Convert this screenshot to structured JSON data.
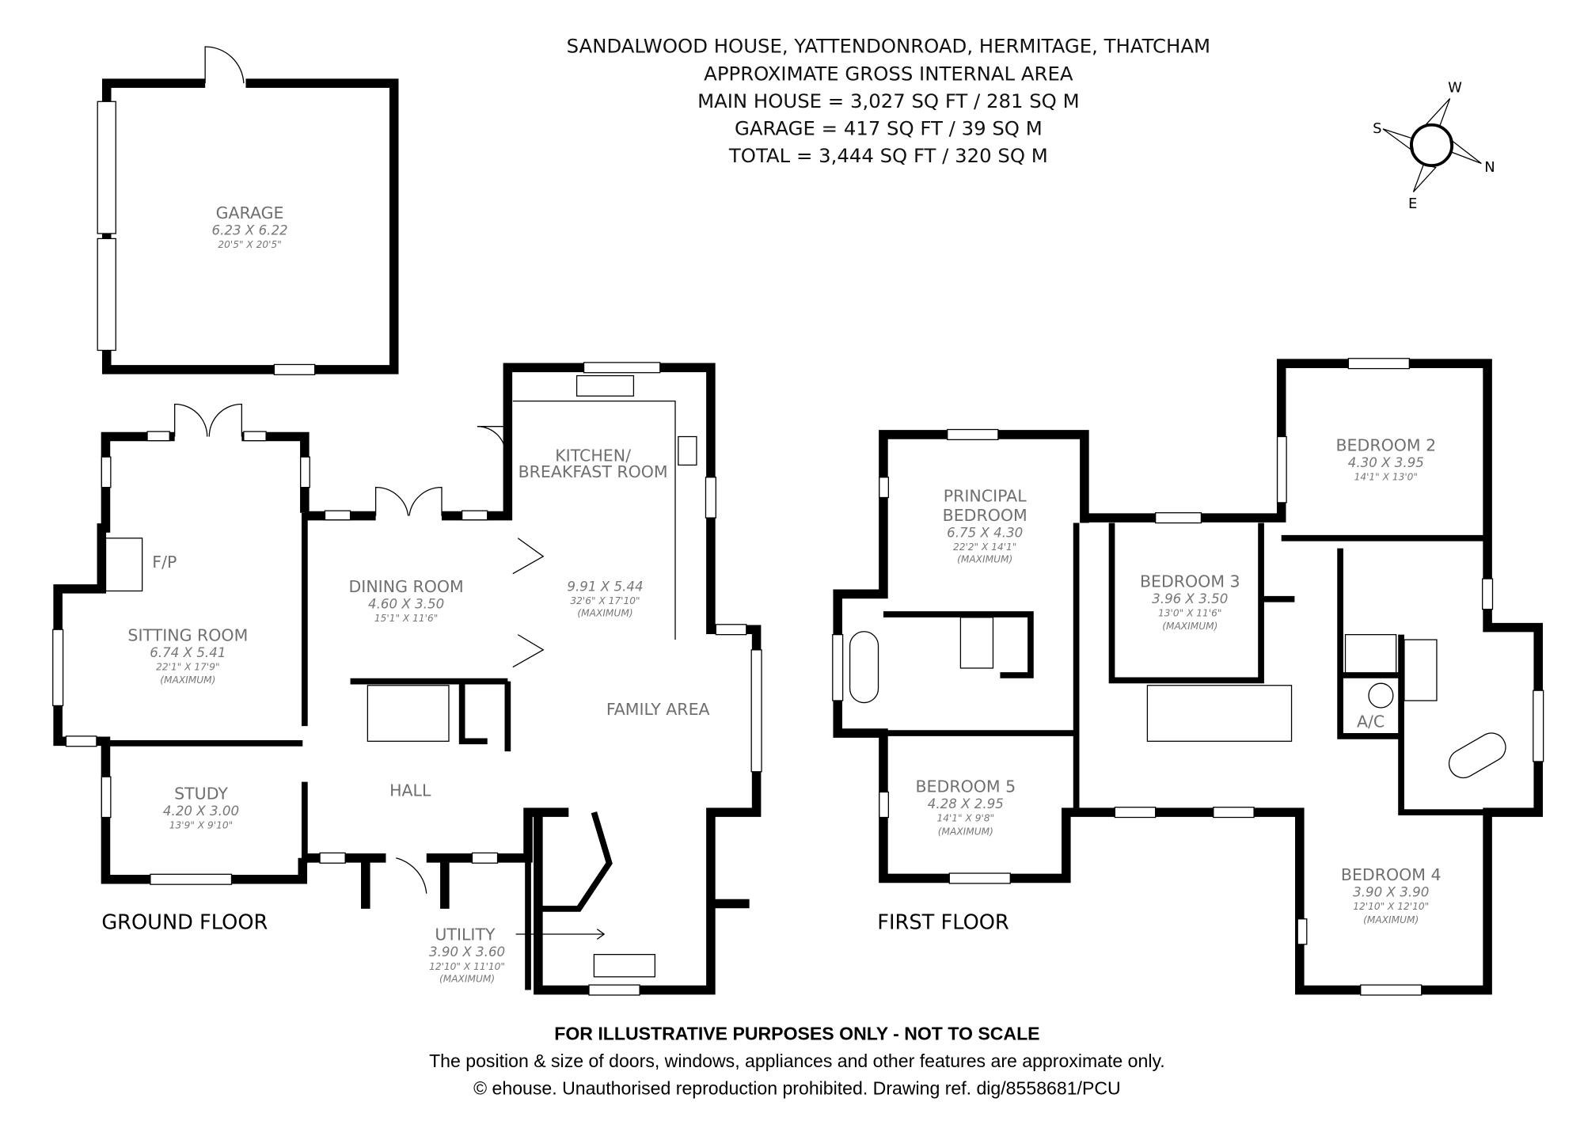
{
  "header": {
    "title": "SANDALWOOD HOUSE, YATTENDONROAD, HERMITAGE, THATCHAM",
    "subtitle": "APPROXIMATE GROSS INTERNAL AREA",
    "main_house": "MAIN HOUSE = 3,027 SQ FT / 281 SQ M",
    "garage": "GARAGE = 417 SQ FT / 39 SQ M",
    "total": "TOTAL = 3,444 SQ FT / 320 SQ M"
  },
  "compass": {
    "w": "W",
    "s": "S",
    "n": "N",
    "e": "E"
  },
  "ground_floor": {
    "label": "GROUND FLOOR",
    "rooms": [
      {
        "name": "GARAGE",
        "metric": "6.23 X 6.22",
        "imperial": "20'5\" X 20'5\""
      },
      {
        "name": "SITTING ROOM",
        "metric": "6.74 X 5.41",
        "imperial": "22'1\" X 17'9\"",
        "note": "(MAXIMUM)"
      },
      {
        "name": "STUDY",
        "metric": "4.20 X 3.00",
        "imperial": "13'9\" X 9'10\""
      },
      {
        "name": "DINING ROOM",
        "metric": "4.60 X 3.50",
        "imperial": "15'1\" X 11'6\""
      },
      {
        "name": "KITCHEN/",
        "name2": "BREAKFAST ROOM",
        "metric": "9.91 X 5.44",
        "imperial": "32'6\" X 17'10\"",
        "note": "(MAXIMUM)"
      },
      {
        "name": "FAMILY AREA"
      },
      {
        "name": "HALL"
      },
      {
        "name": "UTILITY",
        "metric": "3.90 X 3.60",
        "imperial": "12'10\" X 11'10\"",
        "note": "(MAXIMUM)"
      },
      {
        "name": "F/P"
      }
    ]
  },
  "first_floor": {
    "label": "FIRST FLOOR",
    "rooms": [
      {
        "name": "PRINCIPAL",
        "name2": "BEDROOM",
        "metric": "6.75 X 4.30",
        "imperial": "22'2\" X 14'1\"",
        "note": "(MAXIMUM)"
      },
      {
        "name": "BEDROOM 2",
        "metric": "4.30 X 3.95",
        "imperial": "14'1\" X 13'0\""
      },
      {
        "name": "BEDROOM 3",
        "metric": "3.96 X 3.50",
        "imperial": "13'0\" X 11'6\"",
        "note": "(MAXIMUM)"
      },
      {
        "name": "BEDROOM 4",
        "metric": "3.90 X 3.90",
        "imperial": "12'10\" X 12'10\"",
        "note": "(MAXIMUM)"
      },
      {
        "name": "BEDROOM 5",
        "metric": "4.28 X 2.95",
        "imperial": "14'1\" X 9'8\"",
        "note": "(MAXIMUM)"
      },
      {
        "name": "A/C"
      }
    ]
  },
  "footer": {
    "line1": "FOR ILLUSTRATIVE PURPOSES ONLY - NOT TO SCALE",
    "line2": "The position & size of doors, windows, appliances and other features are approximate only.",
    "line3": "© ehouse. Unauthorised reproduction prohibited. Drawing ref. dig/8558681/PCU"
  }
}
